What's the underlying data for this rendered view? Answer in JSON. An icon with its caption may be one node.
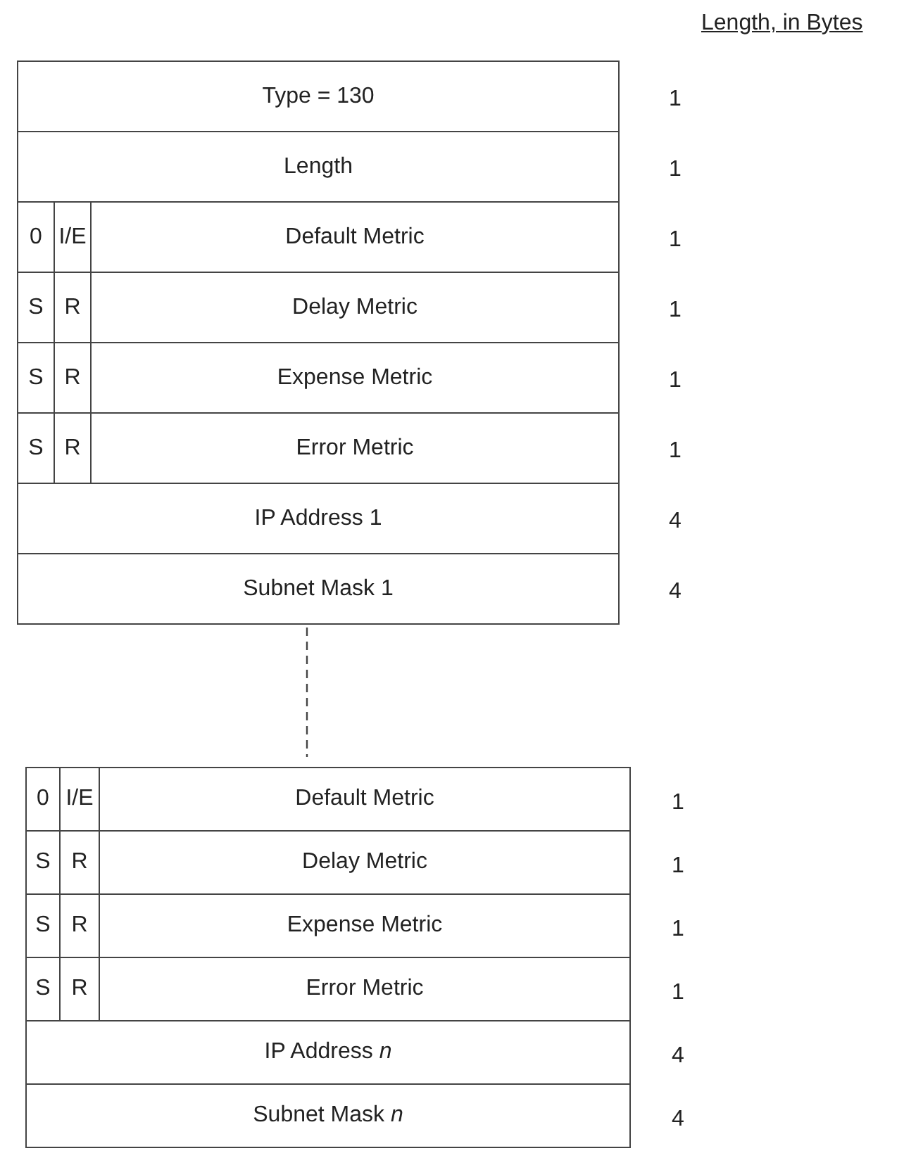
{
  "diagram": {
    "labels": [
      "Length, in Bytes",
      "Type = 130",
      "1",
      "Length",
      "1",
      "0",
      "I/E",
      "Default Metric",
      "1",
      "S",
      "R",
      "Delay Metric",
      "1",
      "S",
      "R",
      "Expense Metric",
      "1",
      "S",
      "R",
      "Error Metric",
      "1",
      "IP Address 1",
      "4",
      "Subnet Mask 1",
      "4",
      "0",
      "I/E",
      "Default Metric",
      "1",
      "S",
      "R",
      "Delay Metric",
      "1",
      "S",
      "R",
      "Expense Metric",
      "1",
      "S",
      "R",
      "Error Metric",
      "1",
      "IP Address *n*",
      "4",
      "Subnet Mask *n*",
      "4"
    ]
  }
}
